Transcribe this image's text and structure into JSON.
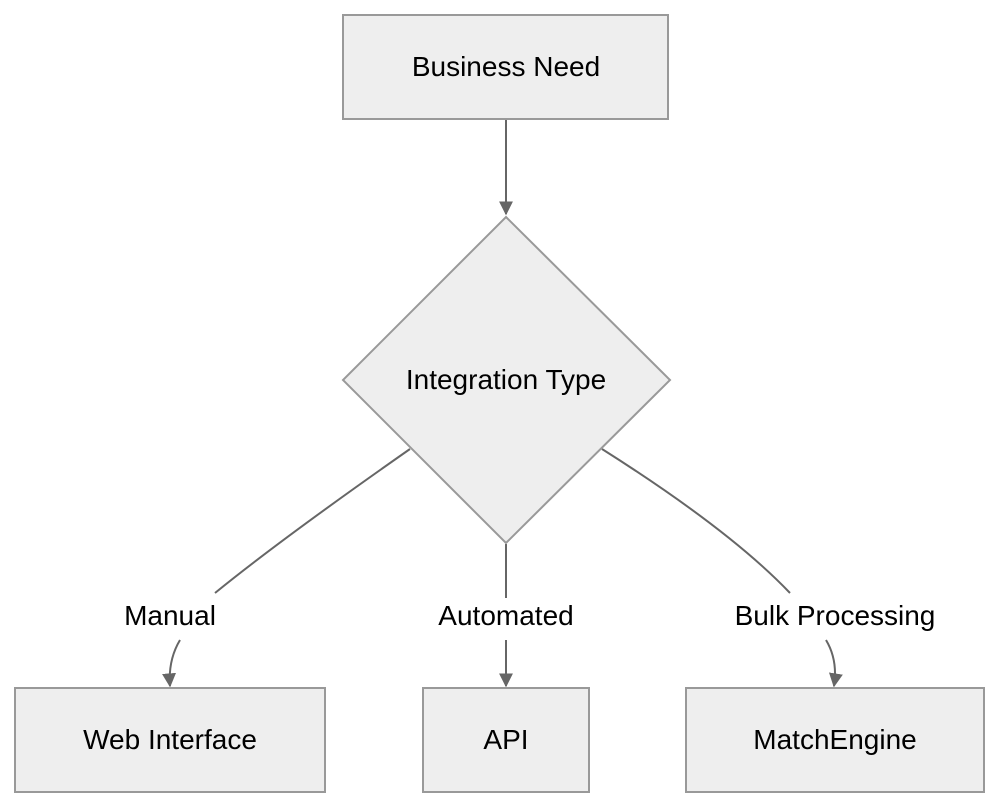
{
  "nodes": {
    "business_need": "Business Need",
    "integration_type": "Integration Type",
    "web_interface": "Web Interface",
    "api": "API",
    "match_engine": "MatchEngine"
  },
  "edges": {
    "manual": "Manual",
    "automated": "Automated",
    "bulk_processing": "Bulk Processing"
  },
  "colors": {
    "node_fill": "#eeeeee",
    "node_stroke": "#999999",
    "edge": "#666666"
  }
}
